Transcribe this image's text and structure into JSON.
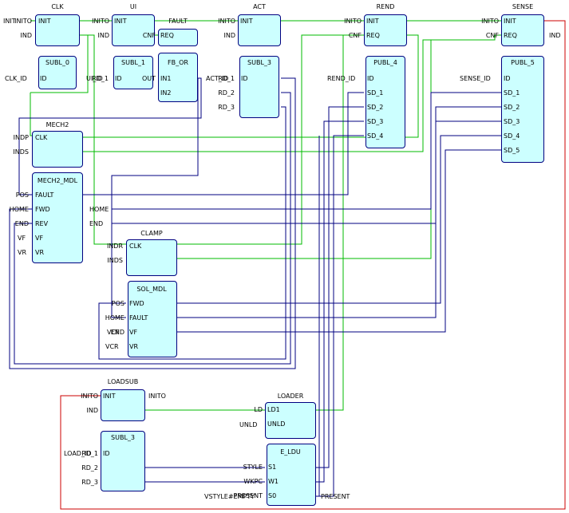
{
  "colors": {
    "event": "#00bb00",
    "data": "#000080",
    "adapter": "#cc0000",
    "block_fill": "#ccffff"
  },
  "blocks": {
    "clk": {
      "name": "CLK",
      "in_events": [
        "INIT"
      ],
      "out_events": [
        "INITO",
        "IND"
      ],
      "type": "SUBL_0",
      "in_data": [
        "ID"
      ],
      "out_data": []
    },
    "ui": {
      "name": "UI",
      "in_events": [
        "INIT"
      ],
      "out_events": [
        "INITO",
        "IND"
      ],
      "type": "SUBL_1",
      "in_data": [
        "ID"
      ],
      "out_data": [
        "RD_1"
      ]
    },
    "fault": {
      "name": "FAULT",
      "in_events": [
        "REQ"
      ],
      "out_events": [
        "CNF"
      ],
      "type": "FB_OR",
      "in_data": [
        "IN1",
        "IN2"
      ],
      "out_data": [
        "OUT"
      ]
    },
    "act": {
      "name": "ACT",
      "in_events": [
        "INIT"
      ],
      "out_events": [
        "INITO",
        "IND"
      ],
      "type": "SUBL_3",
      "in_data": [
        "ID"
      ],
      "out_data": [
        "RD_1",
        "RD_2",
        "RD_3"
      ]
    },
    "rend": {
      "name": "REND",
      "in_events": [
        "INIT",
        "REQ"
      ],
      "out_events": [
        "INITO",
        "CNF"
      ],
      "type": "PUBL_4",
      "in_data": [
        "ID",
        "SD_1",
        "SD_2",
        "SD_3",
        "SD_4"
      ],
      "out_data": []
    },
    "sense": {
      "name": "SENSE",
      "in_events": [
        "INIT",
        "REQ"
      ],
      "out_events": [
        "INITO",
        "CNF"
      ],
      "type": "PUBL_5",
      "in_data": [
        "ID",
        "SD_1",
        "SD_2",
        "SD_3",
        "SD_4",
        "SD_5"
      ],
      "out_data": []
    },
    "mech2": {
      "name": "MECH2",
      "in_events": [
        "CLK"
      ],
      "out_events": [
        "INDP",
        "INDS"
      ],
      "type": "MECH2_MDL",
      "in_data": [
        "FAULT",
        "FWD",
        "REV",
        "VF",
        "VR"
      ],
      "out_data": [
        "POS",
        "HOME",
        "END"
      ]
    },
    "clamp": {
      "name": "CLAMP",
      "in_events": [
        "CLK"
      ],
      "out_events": [
        "INDR",
        "INDS"
      ],
      "type": "SOL_MDL",
      "in_data": [
        "FWD",
        "FAULT",
        "VF",
        "VR"
      ],
      "out_data": [
        "POS",
        "HOME",
        "END"
      ]
    },
    "loadsub": {
      "name": "LOADSUB",
      "in_events": [
        "INIT"
      ],
      "out_events": [
        "INITO",
        "IND"
      ],
      "type": "SUBL_3",
      "in_data": [
        "ID"
      ],
      "out_data": [
        "RD_1",
        "RD_2",
        "RD_3"
      ]
    },
    "loader": {
      "name": "LOADER",
      "in_events": [
        "LD1",
        "UNLD"
      ],
      "out_events": [
        "LD"
      ],
      "type": "E_LDU",
      "in_data": [
        "S1",
        "W1",
        "S0"
      ],
      "out_data": [
        "STYLE",
        "WKPC",
        "PRESENT"
      ]
    }
  },
  "external": {
    "init": "INIT",
    "clk_id": "CLK_ID",
    "ui_id": "UI_ID",
    "act_id": "ACT_ID",
    "rend_id": "REND_ID",
    "sense_id": "SENSE_ID",
    "sense_ind": "IND",
    "mech2_vf": "VF",
    "mech2_vr": "VR",
    "mech2_home": "HOME",
    "mech2_end": "END",
    "clamp_vf": "VCF",
    "clamp_vr": "VCR",
    "loadsub_inito": "INITO",
    "load_id": "LOAD_ID",
    "unld": "UNLD",
    "vstyle": "VSTYLE#EMPTY",
    "present": "PRESENT"
  }
}
